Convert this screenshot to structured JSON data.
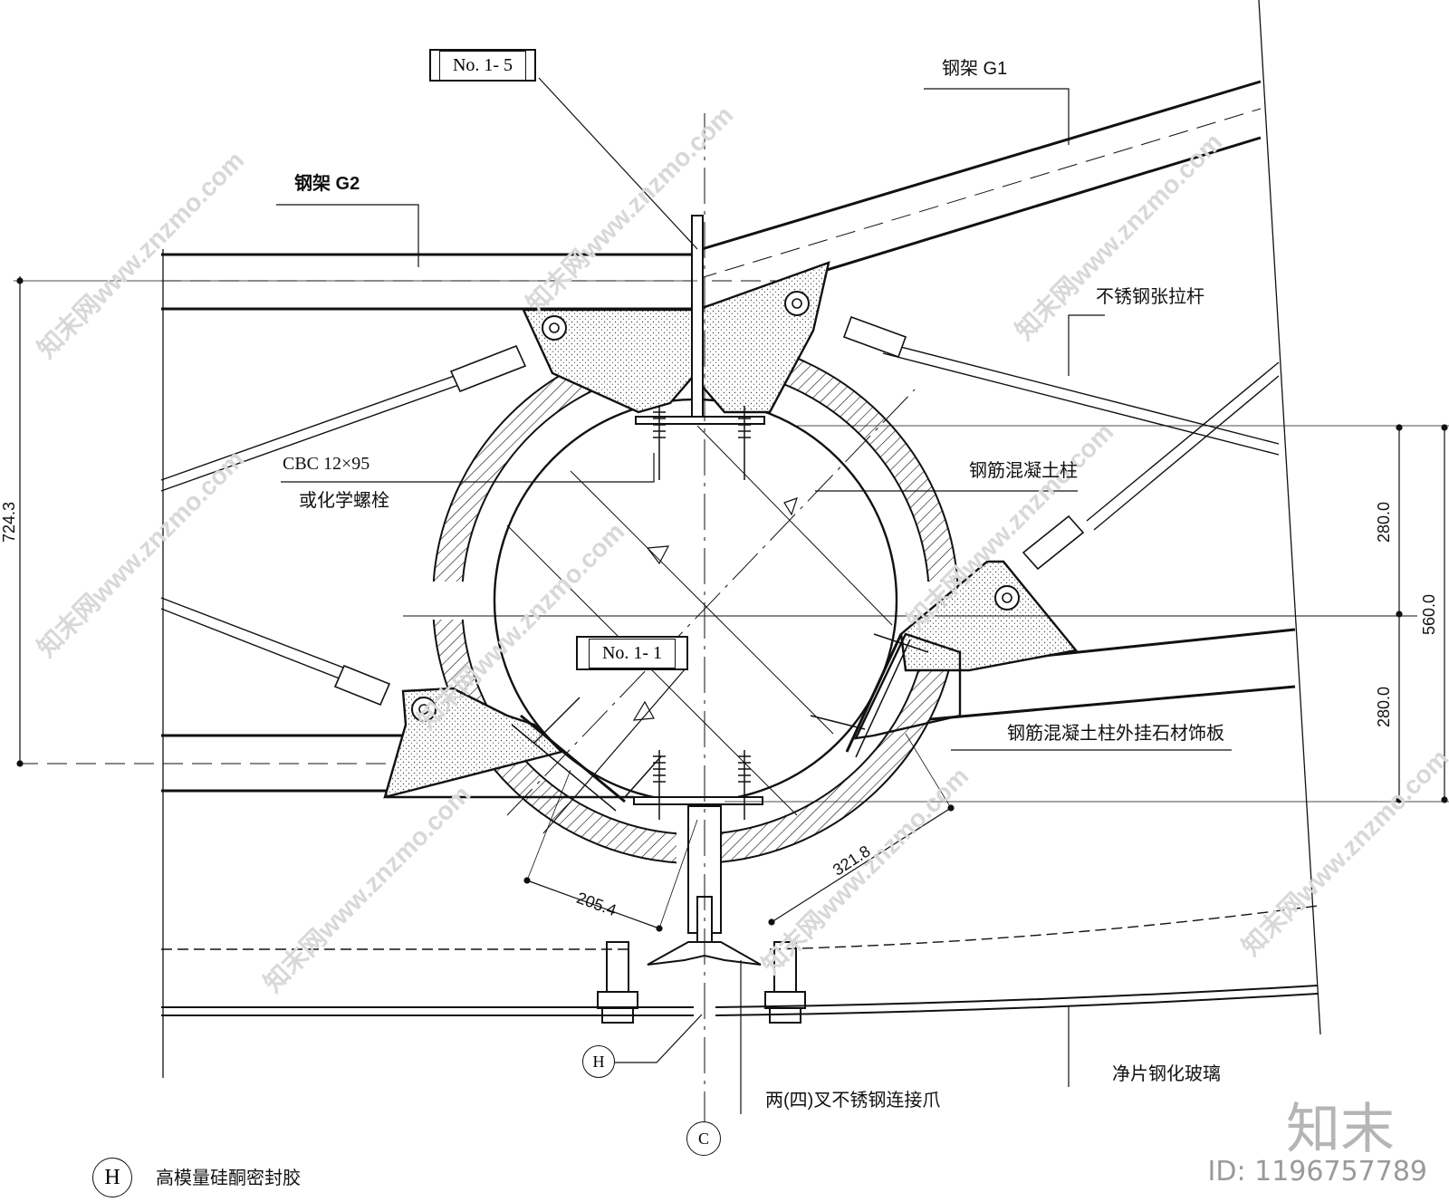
{
  "tags": {
    "top": "No. 1- 5",
    "middle": "No. 1- 1"
  },
  "labels": {
    "steel_g1": "钢架  G1",
    "steel_g2": "钢架  G2",
    "tension_rod": "不锈钢张拉杆",
    "bolt_spec": "CBC  12×95",
    "bolt_alt": "或化学螺栓",
    "rc_column": "钢筋混凝土柱",
    "stone_cladding": "钢筋混凝土柱外挂石材饰板",
    "glass": "净片钢化玻璃",
    "spider_clip": "两(四)叉不锈钢连接爪",
    "sealant": "高模量硅酮密封胶"
  },
  "axis_tags": {
    "h": "H",
    "c": "C"
  },
  "dimensions": {
    "left": "724.3",
    "right_top": "280.0",
    "right_bottom": "280.0",
    "right_total": "560.0",
    "angled_left": "205.4",
    "angled_right": "321.8"
  },
  "legend": {
    "symbol": "H",
    "text": "高模量硅酮密封胶"
  },
  "branding": {
    "logo": "知末",
    "id": "ID: 1196757789"
  },
  "watermark_text": "知末网www.znzmo.com",
  "colors": {
    "line": "#111111",
    "hatch_fill": "#e4e4e4",
    "watermark": "#d8d8d8"
  }
}
